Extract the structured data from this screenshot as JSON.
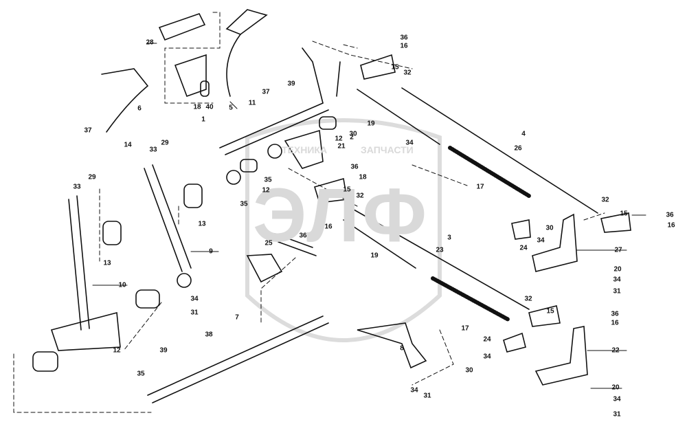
{
  "watermark": {
    "logo": "ЭЛФ",
    "left_text": "ТЕХНИКА",
    "right_text": "ЗАПЧАСТИ"
  },
  "colors": {
    "ink": "#111111",
    "watermark": "#d9d9d9"
  },
  "callouts": [
    "28",
    "6",
    "18",
    "40",
    "1",
    "5",
    "37",
    "39",
    "11",
    "37",
    "14",
    "29",
    "33",
    "12",
    "2",
    "21",
    "30",
    "34",
    "19",
    "36",
    "18",
    "35",
    "12",
    "35",
    "29",
    "33",
    "13",
    "13",
    "9",
    "10",
    "12",
    "25",
    "36",
    "16",
    "15",
    "32",
    "3",
    "23",
    "19",
    "17",
    "26",
    "4",
    "36",
    "16",
    "15",
    "32",
    "32",
    "15",
    "36",
    "16",
    "24",
    "34",
    "30",
    "27",
    "20",
    "34",
    "31",
    "34",
    "31",
    "7",
    "38",
    "39",
    "35",
    "17",
    "32",
    "15",
    "36",
    "16",
    "24",
    "8",
    "22",
    "34",
    "30",
    "34",
    "31",
    "20",
    "34",
    "31"
  ]
}
